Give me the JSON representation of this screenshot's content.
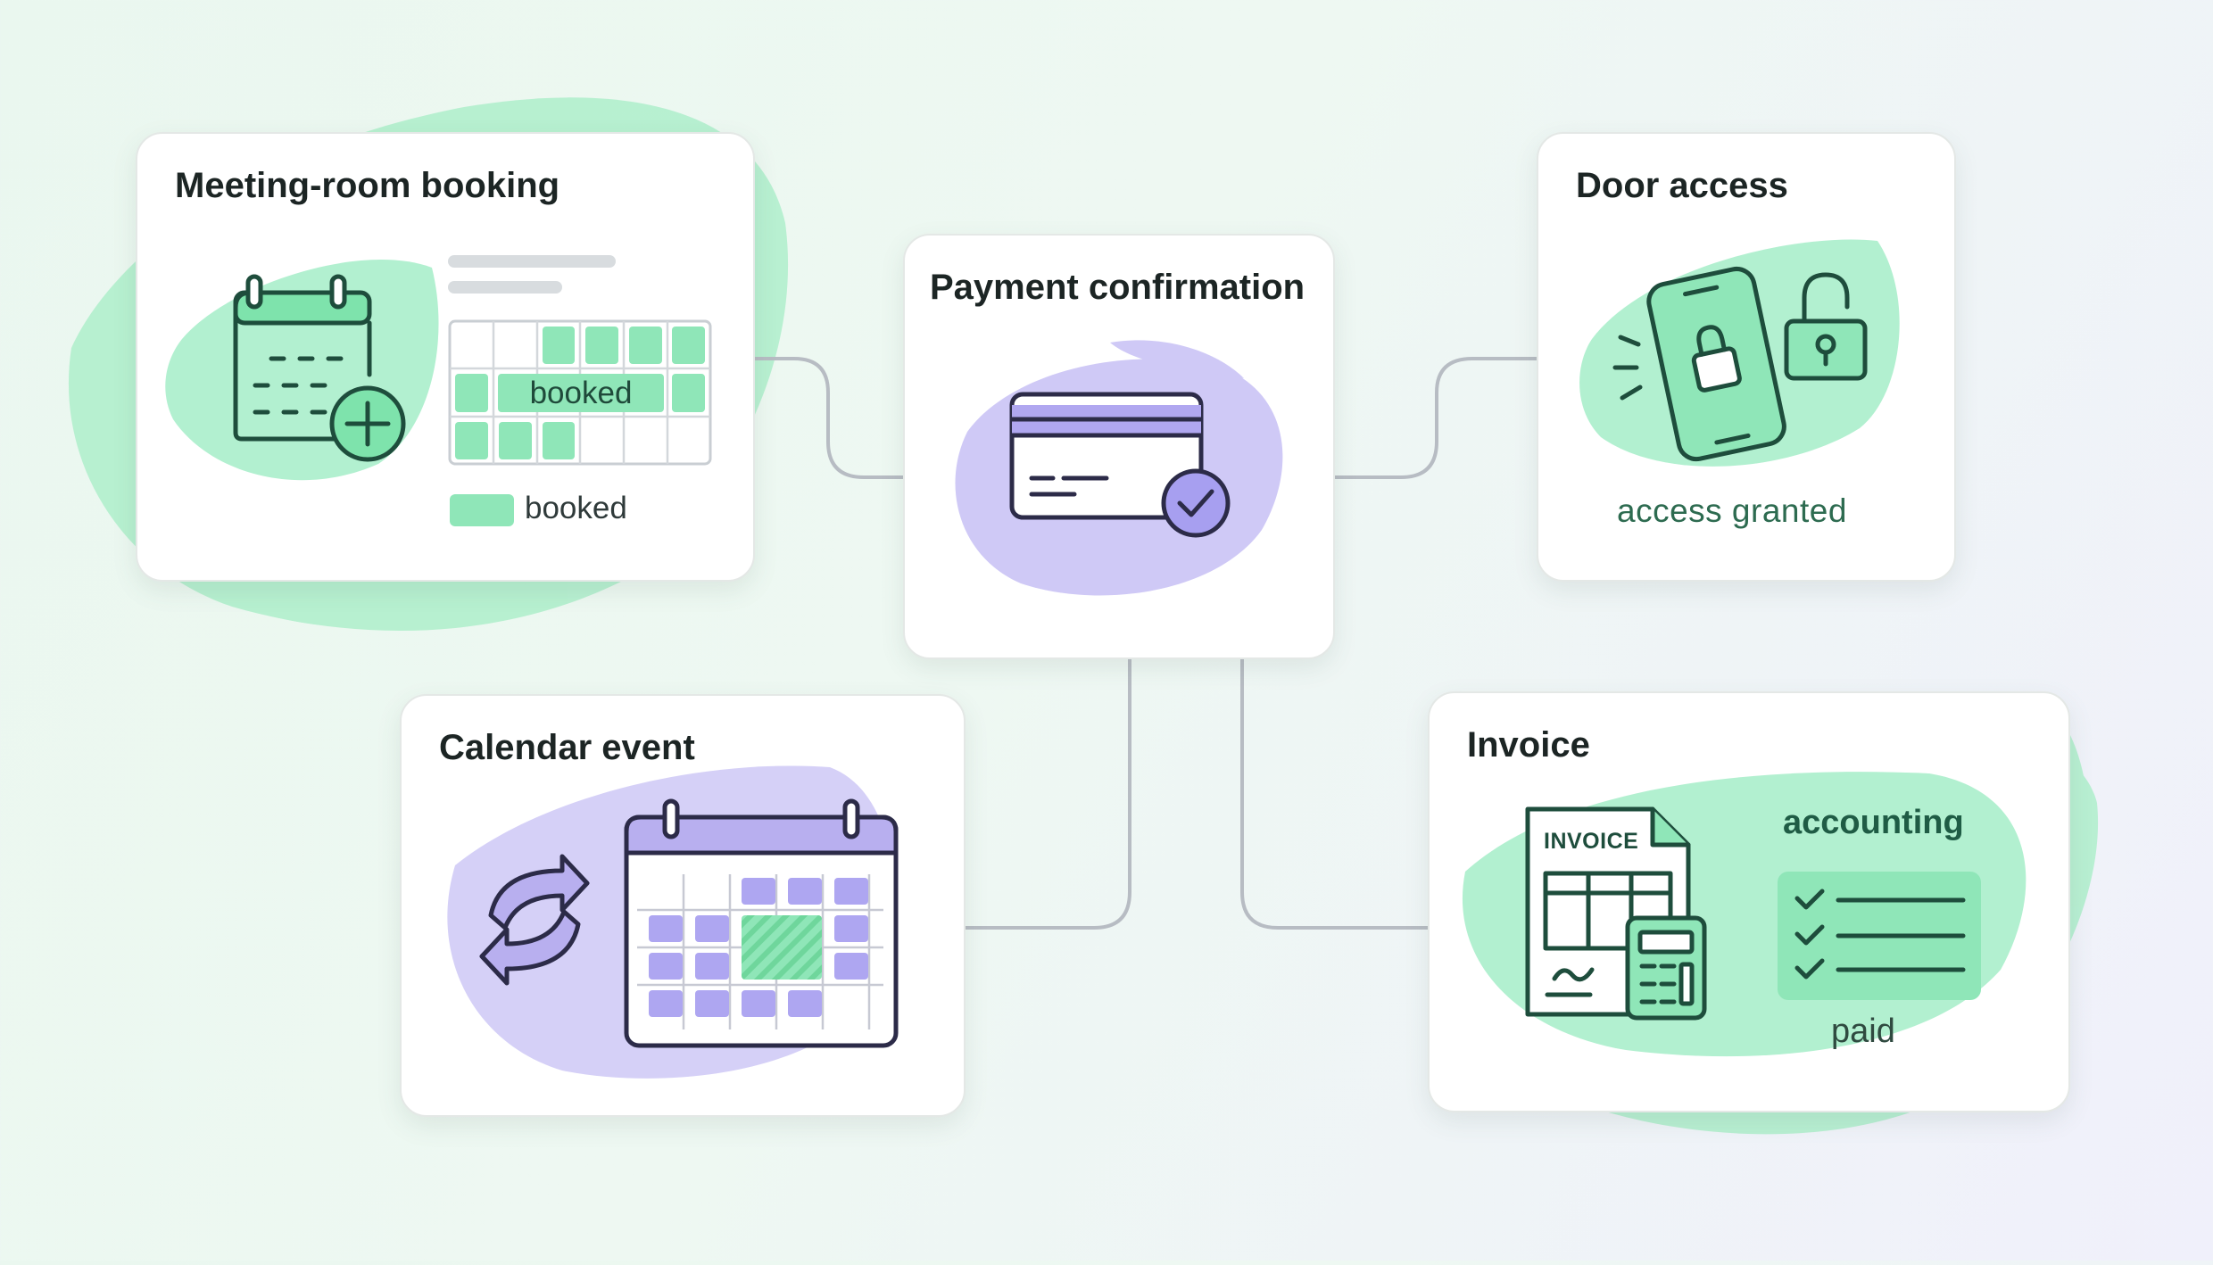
{
  "colors": {
    "green": "#7ee3ac",
    "green_light": "#aef0cc",
    "green_dark": "#1f5c45",
    "purple": "#b8afef",
    "purple_mid": "#a79ff0",
    "purple_dark": "#2c2b48",
    "connector": "#b7bcc3"
  },
  "cards": {
    "meeting": {
      "title": "Meeting-room booking",
      "slot_label": "booked",
      "legend_label": "booked",
      "icons": [
        "calendar-add-icon",
        "booking-grid"
      ]
    },
    "payment": {
      "title": "Payment confirmation",
      "icons": [
        "credit-card-check-icon"
      ]
    },
    "door": {
      "title": "Door access",
      "status": "access granted",
      "icons": [
        "phone-lock-icon",
        "unlocked-padlock-icon"
      ]
    },
    "calendar": {
      "title": "Calendar event",
      "icons": [
        "sync-arrows-icon",
        "calendar-grid-icon"
      ]
    },
    "invoice": {
      "title": "Invoice",
      "doc_label": "INVOICE",
      "accounting_label": "accounting",
      "paid_label": "paid",
      "icons": [
        "invoice-document-icon",
        "calculator-icon",
        "checklist-icon"
      ]
    }
  }
}
